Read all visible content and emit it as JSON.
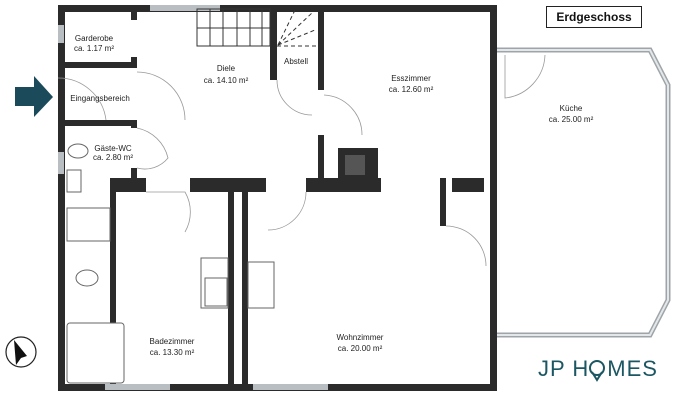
{
  "floor_title": "Erdgeschoss",
  "rooms": [
    {
      "name": "Garderobe",
      "area": "ca. 1.17 m²"
    },
    {
      "name": "Diele",
      "area": "ca. 14.10 m²"
    },
    {
      "name": "Abstell",
      "area": ""
    },
    {
      "name": "Esszimmer",
      "area": "ca. 12.60 m²"
    },
    {
      "name": "Küche",
      "area": "ca. 25.00 m²"
    },
    {
      "name": "Eingangsbereich",
      "area": ""
    },
    {
      "name": "Gäste-WC",
      "area": "ca. 2.80 m²"
    },
    {
      "name": "Badezimmer",
      "area": "ca. 13.30 m²"
    },
    {
      "name": "Wohnzimmer",
      "area": "ca. 20.00 m²"
    }
  ],
  "logo": {
    "text_left": "JP H",
    "text_right": "MES"
  },
  "colors": {
    "wall": "#2b2b2b",
    "window": "#b9bec2",
    "accent": "#1b4a5a",
    "logo": "#1b5763"
  },
  "icons": {
    "entrance": "arrow-right-icon",
    "compass": "compass-icon"
  }
}
